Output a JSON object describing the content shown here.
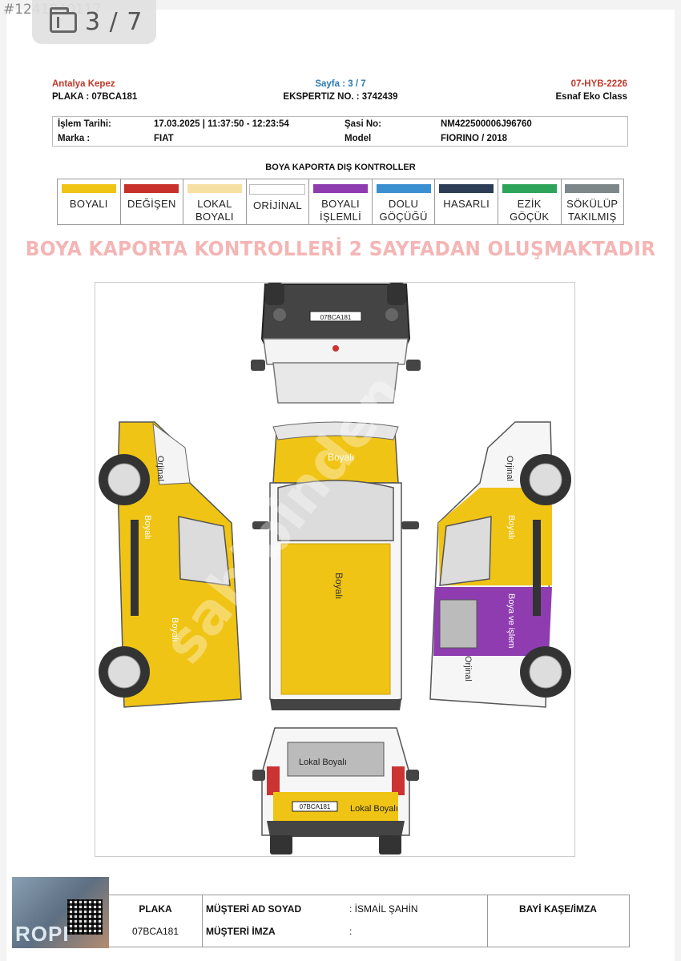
{
  "overlay": {
    "listing_id": "#1241840117",
    "counter": "3 / 7"
  },
  "header": {
    "location": "Antalya Kepez",
    "plate_line": "PLAKA : 07BCA181",
    "page_label": "Sayfa : 3 / 7",
    "expertise_no": "EKSPERTIZ NO. : 3742439",
    "report_code": "07-HYB-2226",
    "package": "Esnaf Eko Class"
  },
  "info": {
    "date_label": "İşlem Tarihi:",
    "date_value": "17.03.2025 | 11:37:50 - 12:23:54",
    "chassis_label": "Şasi No:",
    "chassis_value": "NM422500006J96760",
    "brand_label": "Marka :",
    "brand_value": "FIAT",
    "model_label": "Model",
    "model_value": "FIORINO / 2018"
  },
  "section_title": "BOYA KAPORTA DIŞ KONTROLLER",
  "legend": [
    {
      "label": "BOYALI",
      "color": "#f0c414"
    },
    {
      "label": "DEĞİŞEN",
      "color": "#c8312a"
    },
    {
      "label": "LOKAL\nBOYALI",
      "color": "#f7e0a4"
    },
    {
      "label": "ORİJİNAL",
      "color": "#ffffff"
    },
    {
      "label": "BOYALI\nİŞLEMLİ",
      "color": "#8e3cb0"
    },
    {
      "label": "DOLU\nGÖÇÜĞÜ",
      "color": "#3a8fd0"
    },
    {
      "label": "HASARLI",
      "color": "#2c3e55"
    },
    {
      "label": "EZİK\nGÖÇÜK",
      "color": "#2ea45a"
    },
    {
      "label": "SÖKÜLÜP\nTAKILMIŞ",
      "color": "#7d878a"
    }
  ],
  "banner": "BOYA KAPORTA KONTROLLERİ 2 SAYFADAN OLUŞMAKTADIR",
  "diagram": {
    "front_plate": "07BCA181",
    "rear_plate": "07BCA181",
    "labels": {
      "hood": "Boyalı",
      "roof": "Boyalı",
      "left_fender": "Orjinal",
      "left_front_door": "Boyalı",
      "left_sliding": "Boyalı",
      "right_fender": "Orjinal",
      "right_front_door": "Boyalı",
      "right_sliding": "Boya ve işlem",
      "right_rear": "Orjinal",
      "rear_glass": "Lokal Boyalı",
      "rear_bumper": "Lokal Boyalı"
    },
    "watermark": "sahibinden"
  },
  "bottom": {
    "plate_label": "PLAKA",
    "plate_value": "07BCA181",
    "customer_label": "MÜŞTERİ AD SOYAD",
    "customer_value": ": İSMAİL ŞAHİN",
    "signature_label": "MÜŞTERİ İMZA",
    "signature_value": ":",
    "dealer_label": "BAYİ KAŞE/İMZA"
  },
  "logo_text": "ROPI"
}
